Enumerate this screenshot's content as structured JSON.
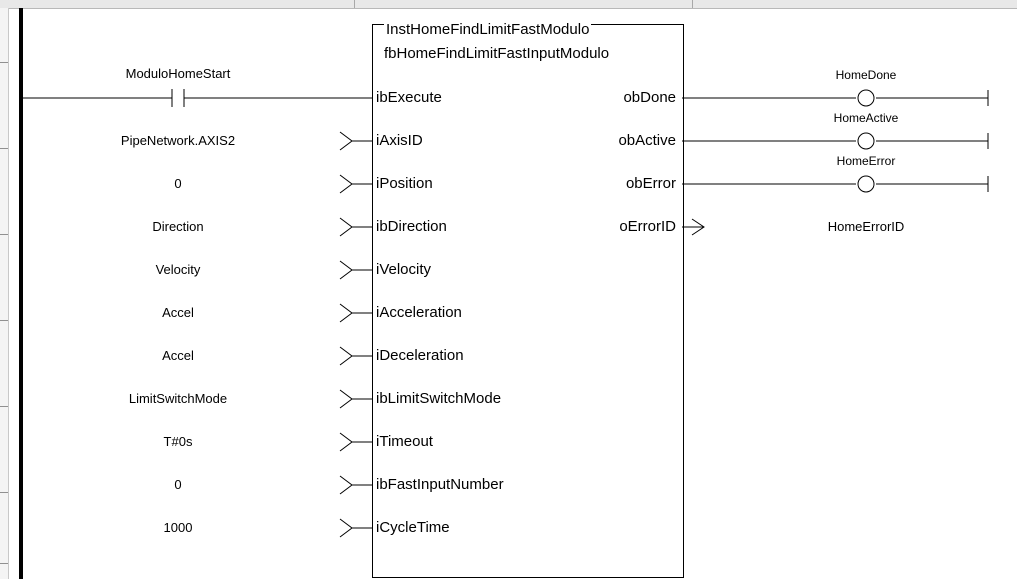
{
  "block": {
    "instance_name": "InstHomeFindLimitFastModulo",
    "type_name": "fbHomeFindLimitFastInputModulo"
  },
  "contact": {
    "variable": "ModuloHomeStart"
  },
  "inputs": [
    {
      "pin": "ibExecute",
      "value": "ModuloHomeStart"
    },
    {
      "pin": "iAxisID",
      "value": "PipeNetwork.AXIS2"
    },
    {
      "pin": "iPosition",
      "value": "0"
    },
    {
      "pin": "ibDirection",
      "value": "Direction"
    },
    {
      "pin": "iVelocity",
      "value": "Velocity"
    },
    {
      "pin": "iAcceleration",
      "value": "Accel"
    },
    {
      "pin": "iDeceleration",
      "value": "Accel"
    },
    {
      "pin": "ibLimitSwitchMode",
      "value": "LimitSwitchMode"
    },
    {
      "pin": "iTimeout",
      "value": "T#0s"
    },
    {
      "pin": "ibFastInputNumber",
      "value": "0"
    },
    {
      "pin": "iCycleTime",
      "value": "1000"
    }
  ],
  "outputs": [
    {
      "pin": "obDone",
      "target": "HomeDone",
      "kind": "coil"
    },
    {
      "pin": "obActive",
      "target": "HomeActive",
      "kind": "coil"
    },
    {
      "pin": "obError",
      "target": "HomeError",
      "kind": "coil"
    },
    {
      "pin": "oErrorID",
      "target": "HomeErrorID",
      "kind": "variable"
    }
  ],
  "colors": {
    "background": "#ffffff",
    "lines": "#000000",
    "header": "#e8e8e8"
  }
}
